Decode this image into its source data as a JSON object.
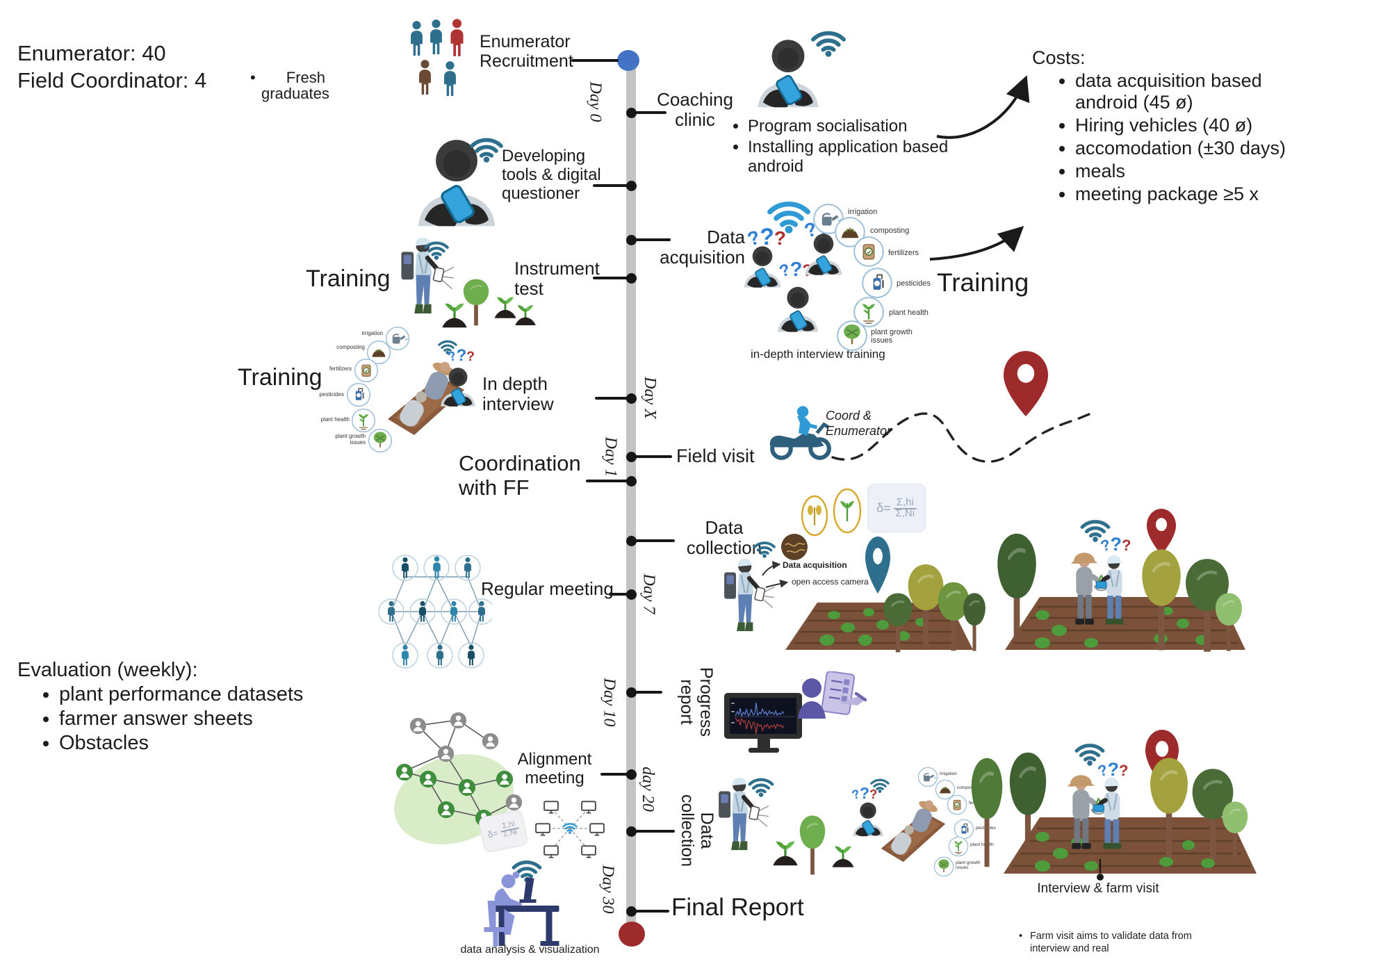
{
  "header": {
    "enumerator": "Enumerator: 40",
    "field_coordinator": "Field Coordinator: 4"
  },
  "fresh_graduates": "Fresh graduates",
  "timeline": {
    "days": [
      "Day 0",
      "Day X",
      "Day 1",
      "Day 7",
      "Day 10",
      "day 20",
      "Day 30"
    ],
    "events": [
      {
        "id": "enumerator-recruitment",
        "lines": [
          "Enumerator",
          "Recruitment"
        ]
      },
      {
        "id": "coaching-clinic",
        "lines": [
          "Coaching",
          "clinic"
        ]
      },
      {
        "id": "developing-tools",
        "lines": [
          "Developing",
          "tools & digital",
          "questioner"
        ]
      },
      {
        "id": "data-acquisition",
        "lines": [
          "Data",
          "acquisition"
        ]
      },
      {
        "id": "instrument-test",
        "lines": [
          "Instrument",
          "test"
        ]
      },
      {
        "id": "in-depth-interview",
        "lines": [
          "In depth",
          "interview"
        ]
      },
      {
        "id": "field-visit",
        "lines": [
          "Field visit"
        ]
      },
      {
        "id": "coordination-ff",
        "lines": [
          "Coordination",
          "with FF"
        ]
      },
      {
        "id": "data-collection-1",
        "lines": [
          "Data",
          "collection"
        ]
      },
      {
        "id": "regular-meeting",
        "lines": [
          "Regular meeting"
        ]
      },
      {
        "id": "progress-report",
        "lines": [
          "Progress",
          "report"
        ]
      },
      {
        "id": "alignment-meeting",
        "lines": [
          "Alignment",
          "meeting"
        ]
      },
      {
        "id": "data-collection-2",
        "lines": [
          "Data",
          "collection"
        ]
      },
      {
        "id": "final-report",
        "lines": [
          "Final Report"
        ]
      }
    ]
  },
  "socialisation_items": [
    "Program socialisation",
    "Installing application based android"
  ],
  "costs": {
    "title": "Costs:",
    "items": [
      "data acquisition based android (45 ø)",
      "Hiring vehicles (40 ø)",
      "accomodation (±30 days)",
      "meals",
      "meeting package ≥5 x"
    ]
  },
  "training_labels": [
    "Training",
    "Training",
    "Training"
  ],
  "topics": [
    "irrigation",
    "composting",
    "fertilizers",
    "pesticides",
    "plant health",
    "plant growth issues"
  ],
  "captions": {
    "in_depth_training": "in-depth interview training",
    "coord_enumerator": "Coord & Enumerator",
    "data_acquisition": "Data acquisition",
    "open_access_camera": "open access camera",
    "data_analysis": "data analysis & visualization"
  },
  "formula": {
    "lhs": "δ=",
    "numerator": "Σ,hi",
    "denominator": "Σ,Ni"
  },
  "evaluation": {
    "title": "Evaluation (weekly):",
    "items": [
      "plant performance datasets",
      "farmer answer sheets",
      "Obstacles"
    ]
  },
  "farm_visit_note": {
    "title": "Interview & farm visit",
    "note": "Farm visit aims to validate data from interview and real"
  },
  "colors": {
    "timeline_start": "#4472c4",
    "timeline_end": "#9e2b2b",
    "pin_red": "#9e2b2b",
    "pin_blue": "#2e6f8e",
    "wifi_teal": "#2e6f8e",
    "wifi_bright": "#2f9ad4"
  }
}
